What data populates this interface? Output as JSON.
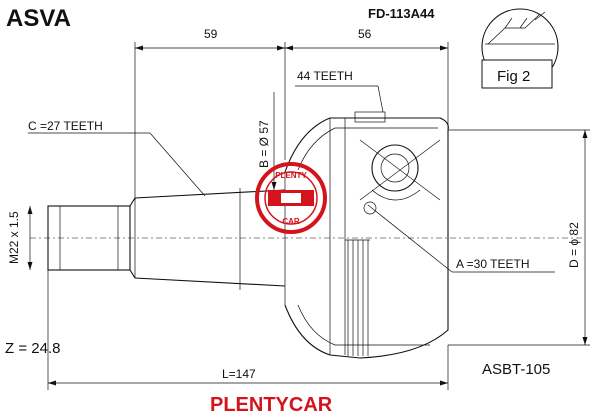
{
  "header": {
    "brand": "ASVA",
    "part_number": "FD-113A44"
  },
  "dimensions": {
    "top_left": "59",
    "top_right": "56",
    "outer_teeth": "44 TEETH",
    "fig_label": "Fig 2",
    "c_teeth": "C =27 TEETH",
    "b_diameter": "B = Ø 57",
    "thread": "M22 x 1.5",
    "d_diameter": "D = ϕ 82",
    "a_teeth": "A =30 TEETH",
    "length": "L=147"
  },
  "footer": {
    "z_value": "Z = 24.8",
    "reference": "ASBT-105",
    "watermark": "PLENTYCAR"
  },
  "logo": {
    "text_top": "PLENTY",
    "text_bottom": "CAR",
    "color": "#d4141c"
  }
}
